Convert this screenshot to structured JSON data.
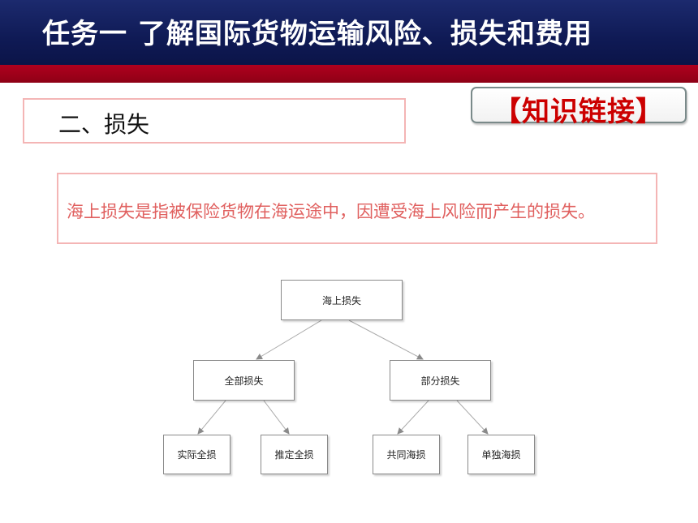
{
  "header": {
    "title": "任务一  了解国际货物运输风险、损失和费用"
  },
  "section": {
    "title": "二、损失"
  },
  "badge": {
    "label": "【知识链接】"
  },
  "definition": {
    "text": "海上损失是指被保险货物在海运途中，因遭受海上风险而产生的损失。"
  },
  "diagram": {
    "root": "海上损失",
    "level1": [
      "全部损失",
      "部分损失"
    ],
    "level2": [
      "实际全损",
      "推定全损",
      "共同海损",
      "单独海损"
    ]
  },
  "colors": {
    "header_bg": "#0f1a55",
    "accent_red": "#a00019",
    "badge_text": "#cc0000",
    "definition_text": "#e0605f",
    "box_border": "#f4b5b5"
  }
}
